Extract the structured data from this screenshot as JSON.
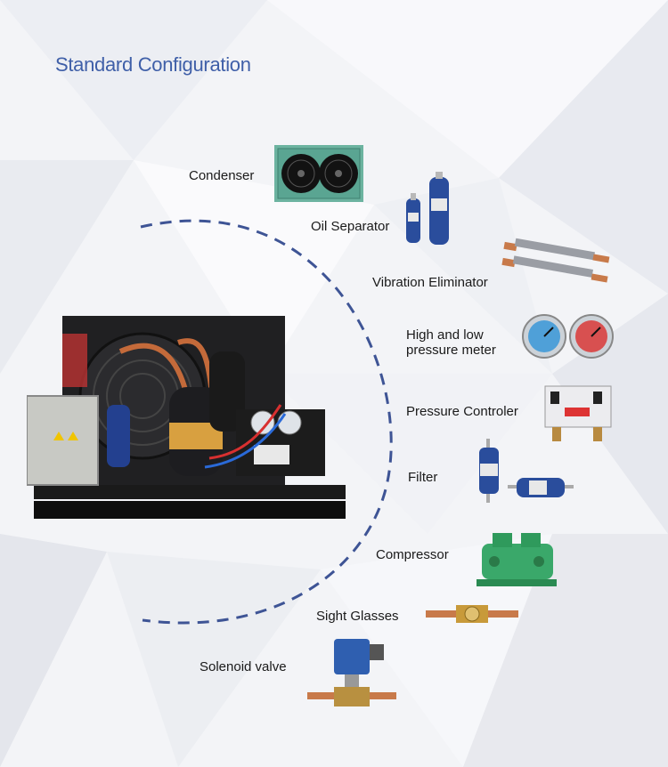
{
  "title": "Standard Configuration",
  "colors": {
    "title": "#3f5fa8",
    "arc": "#3e5495",
    "background": "#f4f5f8"
  },
  "components": [
    {
      "name": "condenser",
      "label": "Condenser"
    },
    {
      "name": "oil-separator",
      "label": "Oil Separator"
    },
    {
      "name": "vibration-eliminator",
      "label": "Vibration Eliminator"
    },
    {
      "name": "pressure-meter",
      "label": "High and low\npressure meter"
    },
    {
      "name": "pressure-controller",
      "label": "Pressure Controler"
    },
    {
      "name": "filter",
      "label": "Filter"
    },
    {
      "name": "compressor",
      "label": "Compressor"
    },
    {
      "name": "sight-glasses",
      "label": "Sight Glasses"
    },
    {
      "name": "solenoid-valve",
      "label": "Solenoid valve"
    }
  ]
}
